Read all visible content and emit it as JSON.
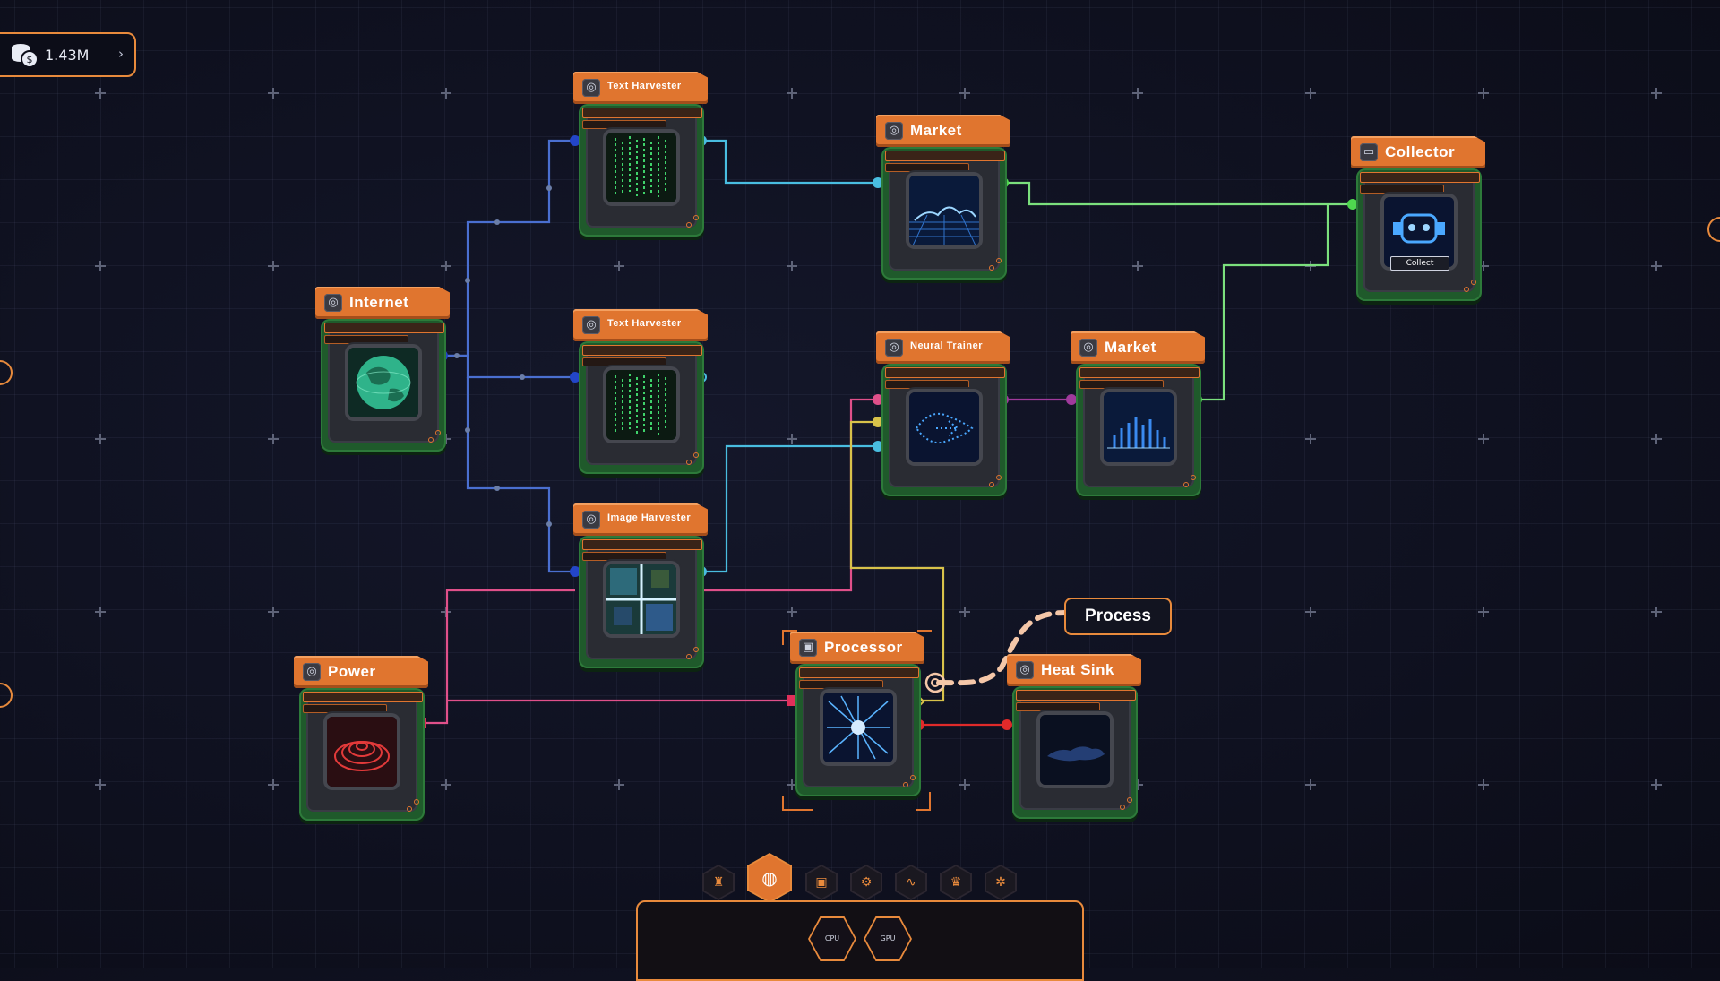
{
  "currency": {
    "amount": "1.43M",
    "icon": "coins-dollar-icon"
  },
  "nodes": {
    "text_harvester_1": {
      "title": "Text Harvester"
    },
    "text_harvester_2": {
      "title": "Text Harvester"
    },
    "image_harvester": {
      "title": "Image Harvester"
    },
    "internet": {
      "title": "Internet"
    },
    "power": {
      "title": "Power"
    },
    "market_1": {
      "title": "Market"
    },
    "market_2": {
      "title": "Market"
    },
    "neural_trainer": {
      "title": "Neural Trainer"
    },
    "processor": {
      "title": "Processor"
    },
    "heat_sink": {
      "title": "Heat Sink"
    },
    "collector": {
      "title": "Collector",
      "button": "Collect"
    }
  },
  "tooltip": {
    "text": "Process"
  },
  "toolbar": {
    "categories": [
      "trophy-icon",
      "globe-icon",
      "chip-icon",
      "cpu-gear-icon",
      "waveform-icon",
      "crown-icon",
      "gear-icon"
    ],
    "active_index": 1,
    "chips": [
      "CPU",
      "GPU"
    ]
  },
  "colors": {
    "accent": "#e0752f",
    "blue_wire": "#4a6fd0",
    "cyan_wire": "#49bde0",
    "green_wire": "#7be07d",
    "pink_wire": "#e0508a",
    "purple_wire": "#a03a9c",
    "yellow_wire": "#d8c24a",
    "red_wire": "#e02a2a"
  }
}
